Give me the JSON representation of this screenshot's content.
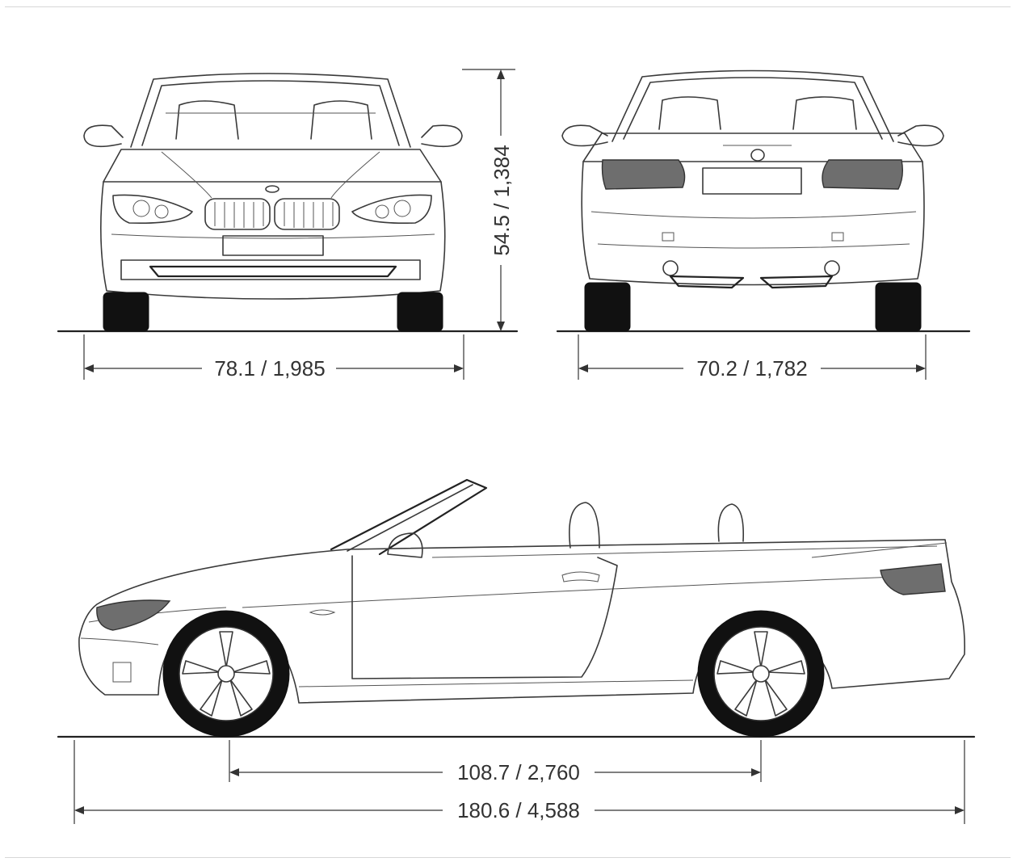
{
  "diagram": {
    "front_view": {
      "label": "front-view"
    },
    "rear_view": {
      "label": "rear-view"
    },
    "side_view": {
      "label": "side-view"
    },
    "dimensions": {
      "height": "54.5 / 1,384",
      "front_track": "78.1 / 1,985",
      "rear_track": "70.2 / 1,782",
      "wheelbase": "108.7 / 2,760",
      "overall_length": "180.6 / 4,588"
    }
  }
}
